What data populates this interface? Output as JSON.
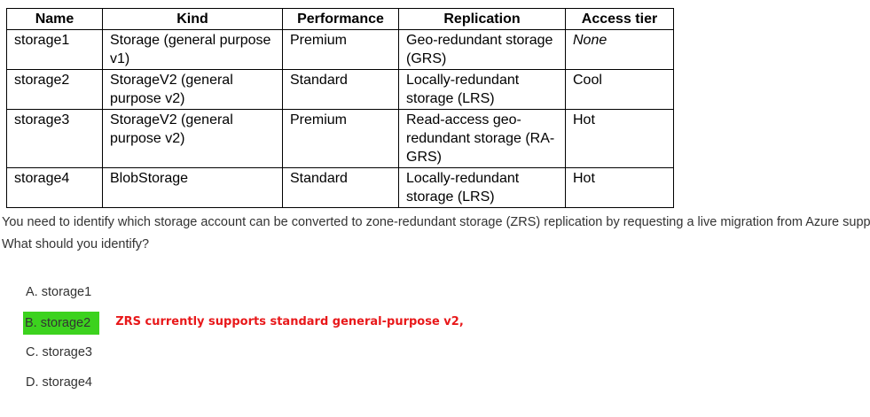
{
  "table": {
    "headers": [
      "Name",
      "Kind",
      "Performance",
      "Replication",
      "Access tier"
    ],
    "rows": [
      {
        "name": "storage1",
        "kind": "Storage (general purpose v1)",
        "performance": "Premium",
        "replication": "Geo-redundant storage (GRS)",
        "access_tier": "None"
      },
      {
        "name": "storage2",
        "kind": "StorageV2 (general purpose v2)",
        "performance": "Standard",
        "replication": "Locally-redundant storage (LRS)",
        "access_tier": "Cool"
      },
      {
        "name": "storage3",
        "kind": "StorageV2 (general purpose v2)",
        "performance": "Premium",
        "replication": "Read-access geo-redundant storage (RA-GRS)",
        "access_tier": "Hot"
      },
      {
        "name": "storage4",
        "kind": "BlobStorage",
        "performance": "Standard",
        "replication": "Locally-redundant storage (LRS)",
        "access_tier": "Hot"
      }
    ]
  },
  "question": {
    "line1": "You need to identify which storage account can be converted to zone-redundant storage (ZRS) replication by requesting a live migration from Azure support.",
    "line2": "What should you identify?"
  },
  "options": [
    {
      "label": "A. storage1",
      "selected": false
    },
    {
      "label": "B. storage2",
      "selected": true
    },
    {
      "label": "C. storage3",
      "selected": false
    },
    {
      "label": "D. storage4",
      "selected": false
    }
  ],
  "answer_note": "ZRS currently supports standard general-purpose v2,",
  "colors": {
    "highlight": "#3cd21e",
    "note": "#e8181a",
    "question_text": "#333333"
  }
}
